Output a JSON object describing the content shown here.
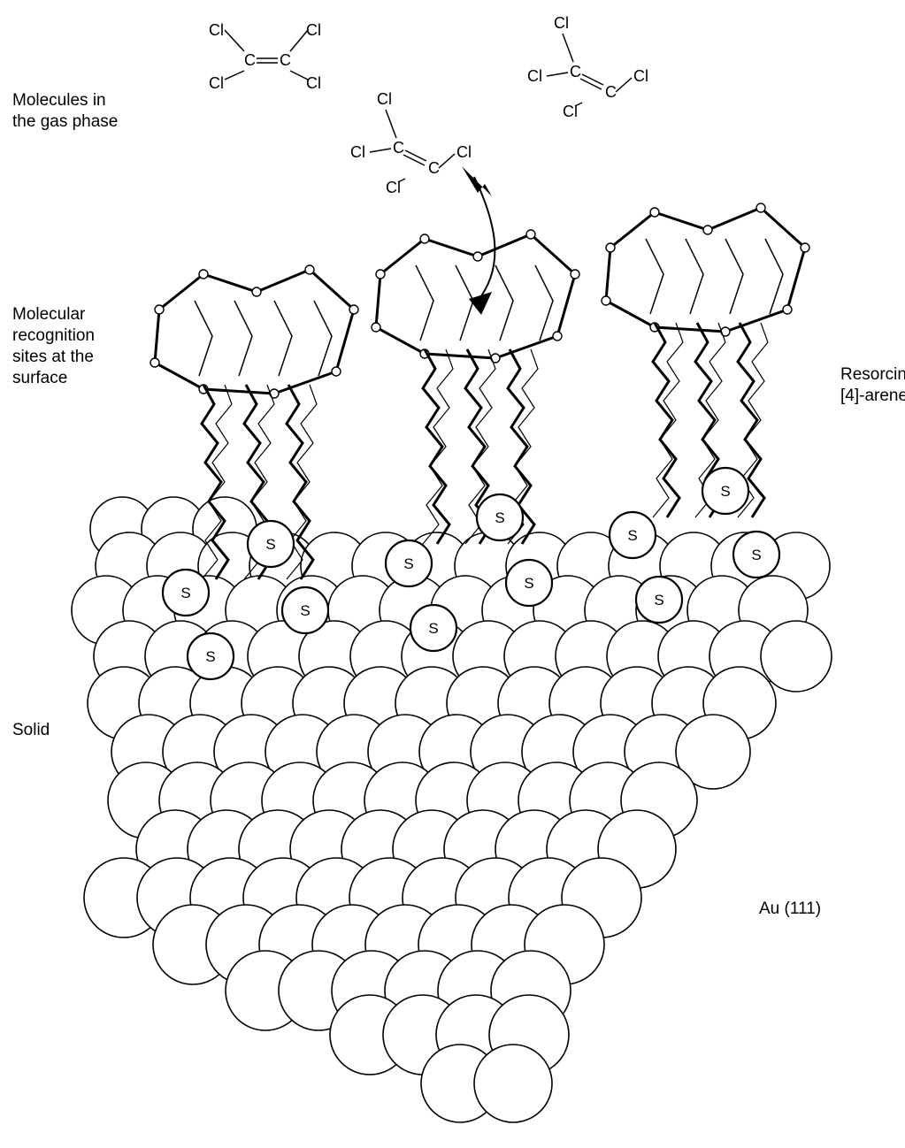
{
  "labels": {
    "gas_phase": "Molecules in\nthe gas phase",
    "recognition": "Molecular\nrecognition\nsites at the\nsurface",
    "resorcinarene": "Resorcin\n[4]-arene",
    "solid": "Solid",
    "substrate": "Au (111)"
  },
  "molecule": {
    "chlorine": "Cl",
    "carbon": "C"
  },
  "sulfur_label": "S",
  "colors": {
    "line": "#000000",
    "background": "#ffffff"
  }
}
